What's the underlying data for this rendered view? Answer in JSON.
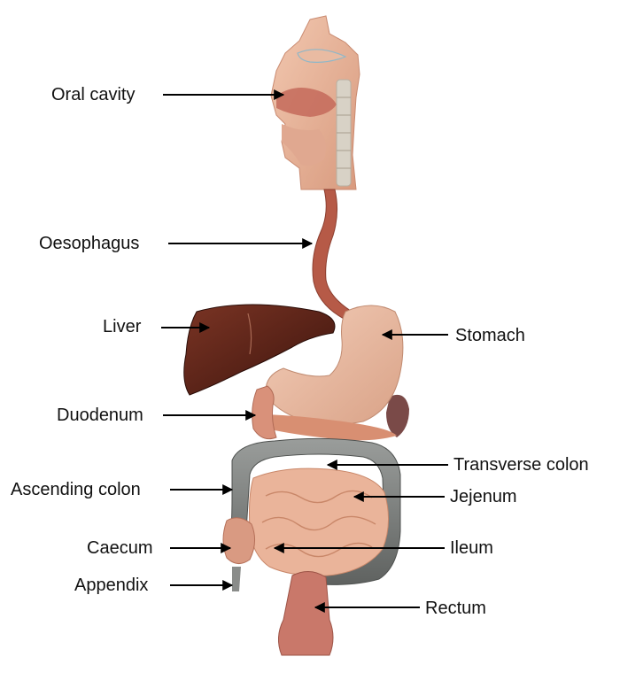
{
  "labels": {
    "oral_cavity": "Oral cavity",
    "oesophagus": "Oesophagus",
    "liver": "Liver",
    "stomach": "Stomach",
    "duodenum": "Duodenum",
    "transverse_colon": "Transverse colon",
    "ascending_colon": "Ascending colon",
    "jejenum": "Jejenum",
    "caecum": "Caecum",
    "ileum": "Ileum",
    "appendix": "Appendix",
    "rectum": "Rectum"
  },
  "colors": {
    "arrow": "#000000",
    "tissue": "#e8b49a",
    "tissue_dark": "#c98769",
    "liver": "#5a2418",
    "colon": "#7b7e7c",
    "spine": "#c9c4b8",
    "oesophagus": "#b85c48"
  }
}
